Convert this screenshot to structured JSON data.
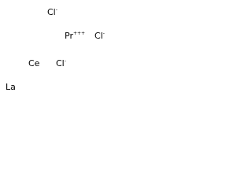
{
  "atoms": [
    {
      "id": "cl-top",
      "symbol": "Cl",
      "charge": "-"
    },
    {
      "id": "pr",
      "symbol": "Pr",
      "charge": "+++"
    },
    {
      "id": "cl-right",
      "symbol": "Cl",
      "charge": "-"
    },
    {
      "id": "ce",
      "symbol": "Ce",
      "charge": ""
    },
    {
      "id": "cl-mid",
      "symbol": "Cl",
      "charge": "-"
    },
    {
      "id": "la",
      "symbol": "La",
      "charge": ""
    }
  ]
}
